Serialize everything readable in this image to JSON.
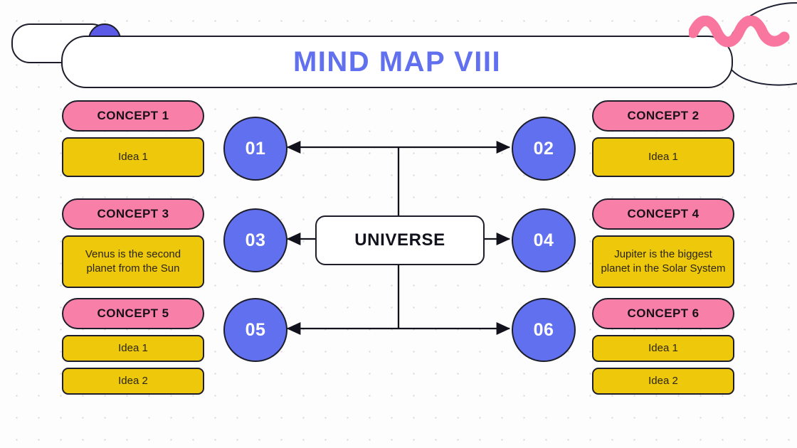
{
  "slide": {
    "title": "MIND MAP VIII",
    "center_label": "UNIVERSE",
    "background_color": "#fdfdfd",
    "accent_colors": {
      "title_blue": "#6170ee",
      "circle_blue": "#6170ee",
      "concept_pink": "#f77fa8",
      "idea_yellow": "#eec90b",
      "outline_dark": "#1d1d2b",
      "squiggle_pink": "#f9769f"
    }
  },
  "nodes": [
    {
      "number": "01",
      "position": "top-left"
    },
    {
      "number": "02",
      "position": "top-right"
    },
    {
      "number": "03",
      "position": "middle-left"
    },
    {
      "number": "04",
      "position": "middle-right"
    },
    {
      "number": "05",
      "position": "bottom-left"
    },
    {
      "number": "06",
      "position": "bottom-right"
    }
  ],
  "concepts": [
    {
      "title": "CONCEPT 1",
      "side": "left",
      "ideas": [
        {
          "text": "Idea 1",
          "size": "short"
        }
      ]
    },
    {
      "title": "CONCEPT 2",
      "side": "right",
      "ideas": [
        {
          "text": "Idea 1",
          "size": "short"
        }
      ]
    },
    {
      "title": "CONCEPT 3",
      "side": "left",
      "ideas": [
        {
          "text": "Venus is the second planet from the Sun",
          "size": "tall"
        }
      ]
    },
    {
      "title": "CONCEPT 4",
      "side": "right",
      "ideas": [
        {
          "text": "Jupiter is the biggest planet in the Solar System",
          "size": "tall"
        }
      ]
    },
    {
      "title": "CONCEPT 5",
      "side": "left",
      "ideas": [
        {
          "text": "Idea 1",
          "size": "row"
        },
        {
          "text": "Idea 2",
          "size": "row"
        }
      ]
    },
    {
      "title": "CONCEPT 6",
      "side": "right",
      "ideas": [
        {
          "text": "Idea 1",
          "size": "row"
        },
        {
          "text": "Idea 2",
          "size": "row"
        }
      ]
    }
  ],
  "decorations": [
    {
      "name": "pill-outline-left",
      "shape": "rounded-pill",
      "fill": "#ffffff"
    },
    {
      "name": "circle-blue-small",
      "shape": "circle",
      "fill": "#5a5ae6"
    },
    {
      "name": "squiggle-pink",
      "shape": "wave",
      "fill": "#f9769f"
    },
    {
      "name": "blob-outline-right",
      "shape": "rounded-blob",
      "fill": "none"
    }
  ]
}
